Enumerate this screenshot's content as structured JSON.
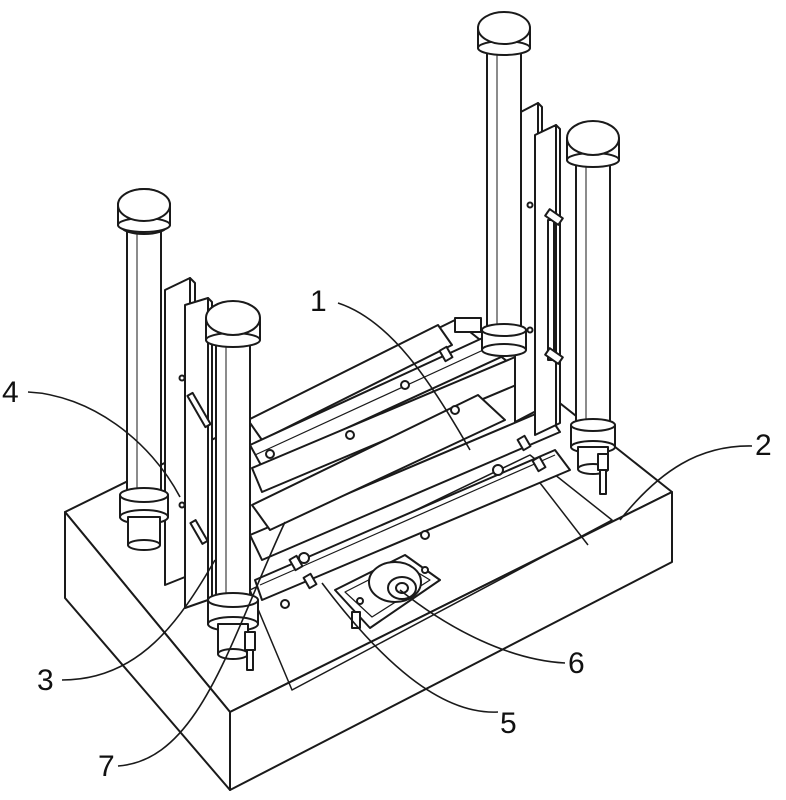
{
  "figure": {
    "callouts": [
      {
        "id": "1",
        "text": "1"
      },
      {
        "id": "2",
        "text": "2"
      },
      {
        "id": "3",
        "text": "3"
      },
      {
        "id": "4",
        "text": "4"
      },
      {
        "id": "5",
        "text": "5"
      },
      {
        "id": "6",
        "text": "6"
      },
      {
        "id": "7",
        "text": "7"
      }
    ]
  },
  "colors": {
    "line": "#1a1a1a",
    "background": "#ffffff"
  }
}
